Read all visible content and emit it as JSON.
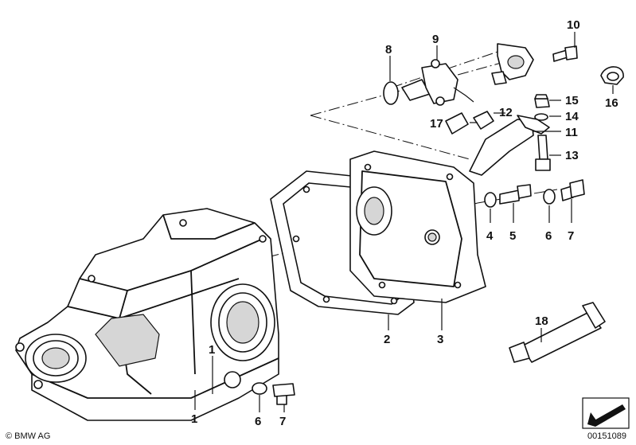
{
  "callouts": [
    "1",
    "2",
    "3",
    "4",
    "5",
    "6",
    "7",
    "6",
    "7",
    "8",
    "9",
    "10",
    "11",
    "12",
    "13",
    "14",
    "15",
    "16",
    "17",
    "18"
  ],
  "footer": {
    "copyright": "© BMW AG",
    "diagram_number": "00151089"
  }
}
